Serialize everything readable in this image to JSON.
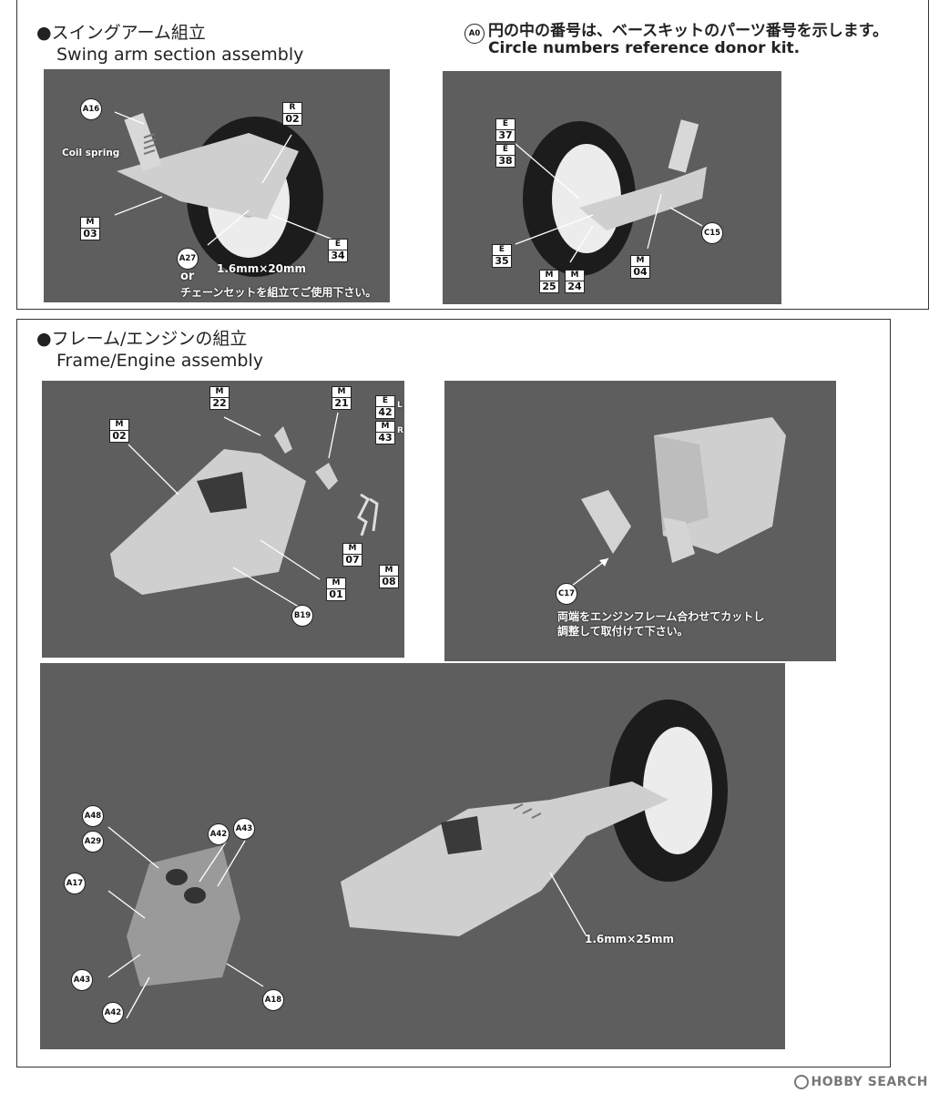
{
  "section1": {
    "title_jp": "●スイングアーム組立",
    "title_en": "Swing arm section assembly"
  },
  "note": {
    "circle": "A0",
    "jp": "円の中の番号は、ベースキットのパーツ番号を示します。",
    "en": "Circle numbers reference donor kit."
  },
  "photo1": {
    "coil_spring": "Coil spring",
    "circle_a16": "A16",
    "tag_r02": {
      "k": "R",
      "v": "02"
    },
    "tag_m03": {
      "k": "M",
      "v": "03"
    },
    "circle_a27": "A27",
    "tag_e34": {
      "k": "E",
      "v": "34"
    },
    "size": "1.6mm×20mm",
    "or": "or",
    "chain": "チェーンセットを組立てご使用下さい。"
  },
  "photo2": {
    "tag_e37": {
      "k": "E",
      "v": "37"
    },
    "tag_e38": {
      "k": "E",
      "v": "38"
    },
    "tag_e35": {
      "k": "E",
      "v": "35"
    },
    "tag_m25": {
      "k": "M",
      "v": "25"
    },
    "tag_m24": {
      "k": "M",
      "v": "24"
    },
    "tag_m04": {
      "k": "M",
      "v": "04"
    },
    "circle_c15": "C15"
  },
  "section2": {
    "title_jp": "●フレーム/エンジンの組立",
    "title_en": "Frame/Engine assembly"
  },
  "photo3": {
    "tag_m22": {
      "k": "M",
      "v": "22"
    },
    "tag_m21": {
      "k": "M",
      "v": "21"
    },
    "tag_e42": {
      "k": "E",
      "v": "42"
    },
    "tag_m43": {
      "k": "M",
      "v": "43"
    },
    "side_l": "L",
    "side_r": "R",
    "tag_m02": {
      "k": "M",
      "v": "02"
    },
    "tag_m07": {
      "k": "M",
      "v": "07"
    },
    "tag_m08": {
      "k": "M",
      "v": "08"
    },
    "tag_m01": {
      "k": "M",
      "v": "01"
    },
    "circle_b19": "B19"
  },
  "photo4": {
    "circle_c17": "C17",
    "text1": "両端をエンジンフレーム合わせてカットし",
    "text2": "調整して取付けて下さい。"
  },
  "photo5": {
    "circle_a48": "A48",
    "circle_a29": "A29",
    "circle_a42_top": "A42",
    "circle_a43_top": "A43",
    "circle_a17": "A17",
    "circle_a43_bot": "A43",
    "circle_a42_bot": "A42",
    "circle_a18": "A18",
    "size": "1.6mm×25mm"
  },
  "watermark": "HOBBY SEARCH",
  "colors": {
    "photo_bg": "#5e5e5e",
    "metal": "#cfcfcf",
    "tire": "#1c1c1c",
    "rim": "#ececec"
  }
}
